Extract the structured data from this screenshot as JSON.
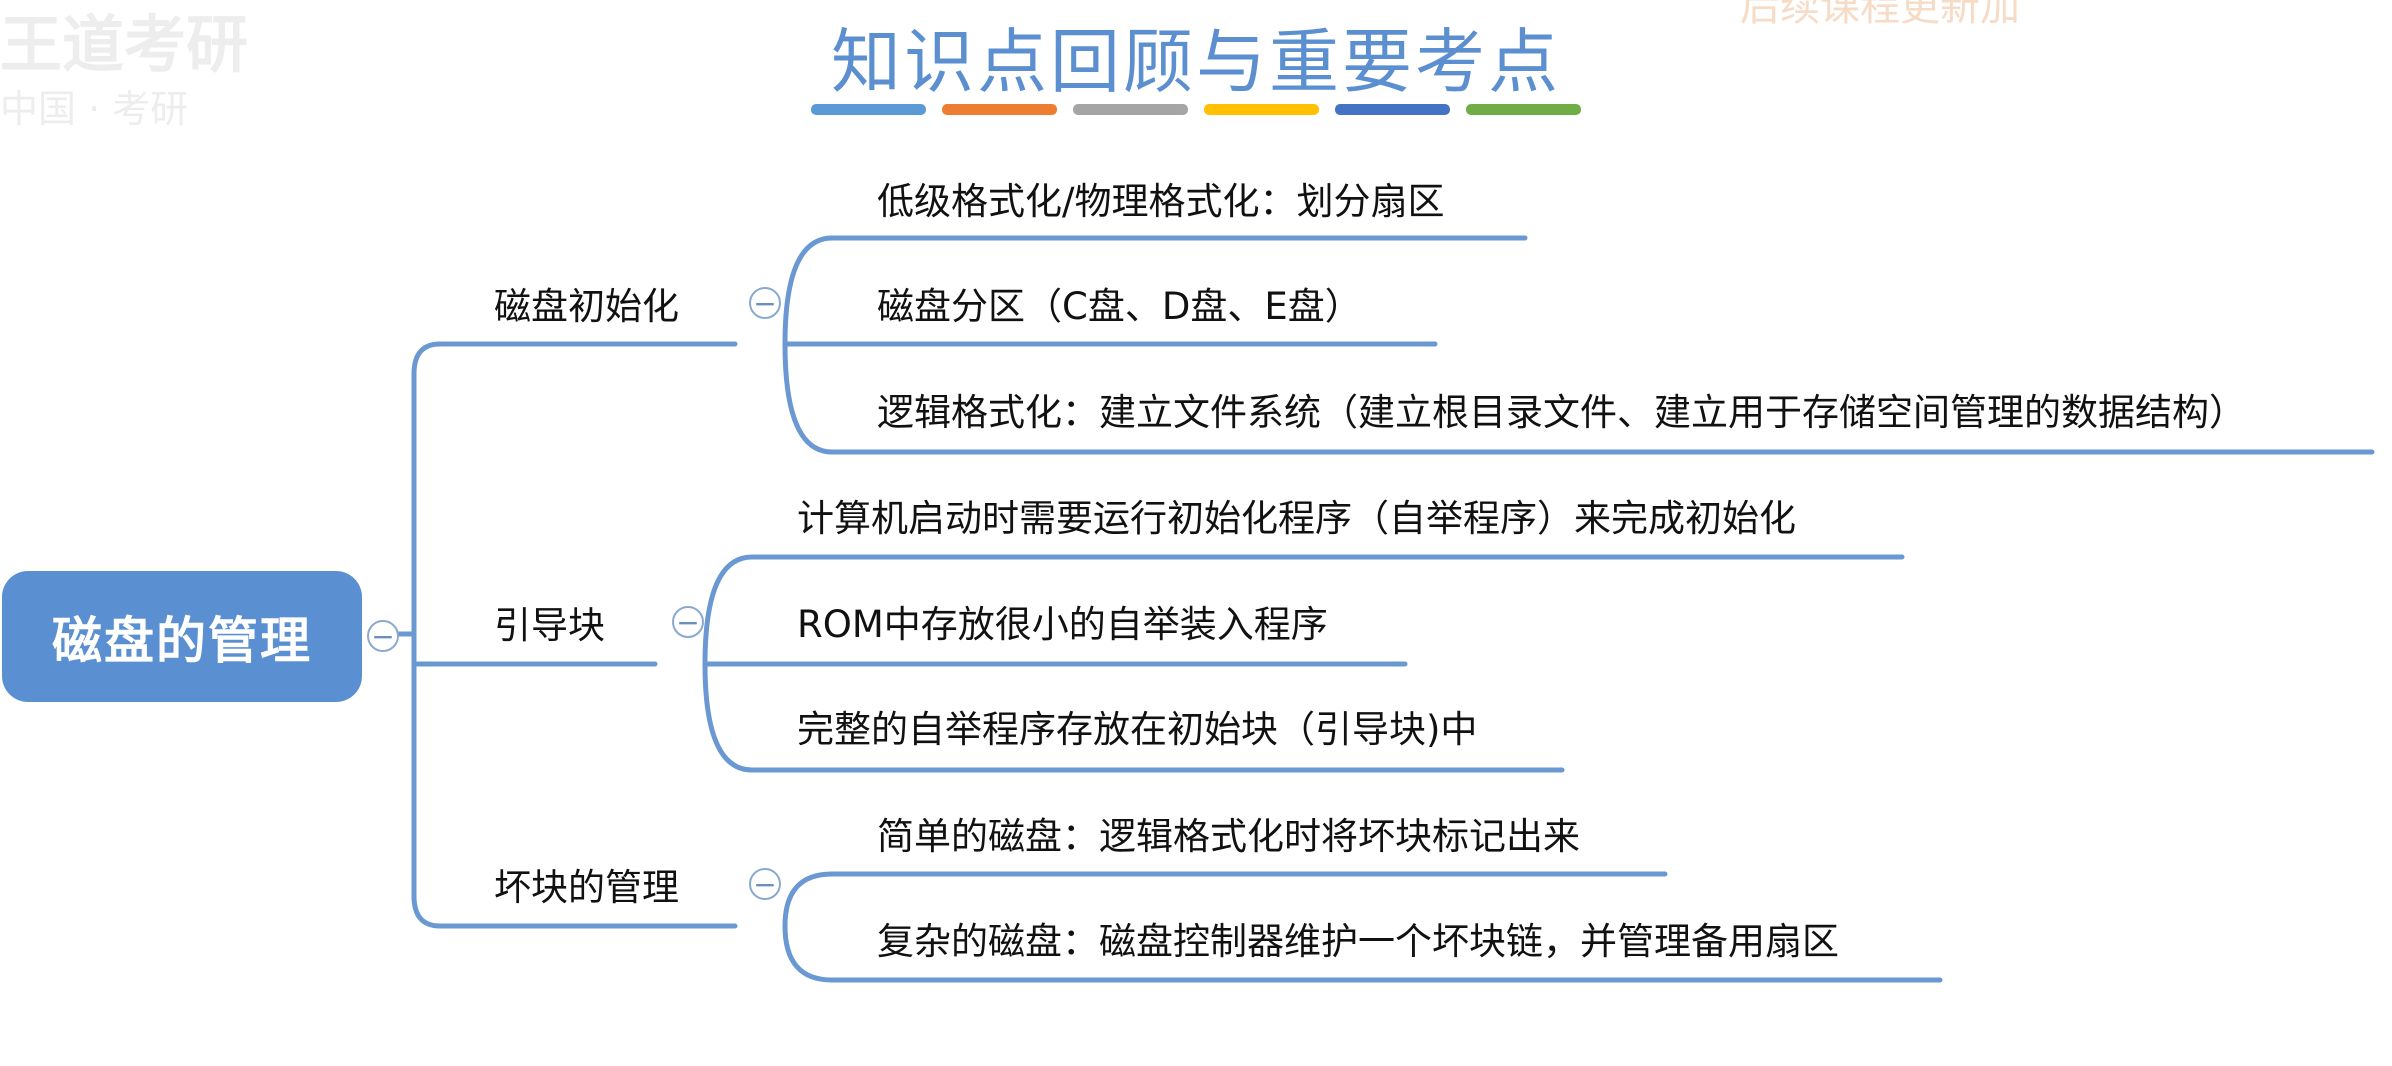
{
  "header": {
    "title": "知识点回顾与重要考点",
    "underline_colors": [
      "#5b9bd5",
      "#ed7d31",
      "#a5a5a5",
      "#ffc000",
      "#4472c4",
      "#70ad47"
    ]
  },
  "watermarks": [
    "王道考研",
    "中国 · 考研",
    "后续课程更新加"
  ],
  "root": {
    "label": "磁盘的管理"
  },
  "branches": [
    {
      "label": "磁盘初始化",
      "children": [
        "低级格式化/物理格式化：划分扇区",
        "磁盘分区（C盘、D盘、E盘）",
        "逻辑格式化：建立文件系统（建立根目录文件、建立用于存储空间管理的数据结构）"
      ]
    },
    {
      "label": "引导块",
      "children": [
        "计算机启动时需要运行初始化程序（自举程序）来完成初始化",
        "ROM中存放很小的自举装入程序",
        "完整的自举程序存放在初始块（引导块)中"
      ]
    },
    {
      "label": "坏块的管理",
      "children": [
        "简单的磁盘：逻辑格式化时将坏块标记出来",
        "复杂的磁盘：磁盘控制器维护一个坏块链，并管理备用扇区"
      ]
    }
  ],
  "colors": {
    "accent": "#5a8fd1",
    "line": "#6a98d2"
  },
  "icons": {
    "collapse": "collapse-icon",
    "collapse_symbol": "−"
  }
}
